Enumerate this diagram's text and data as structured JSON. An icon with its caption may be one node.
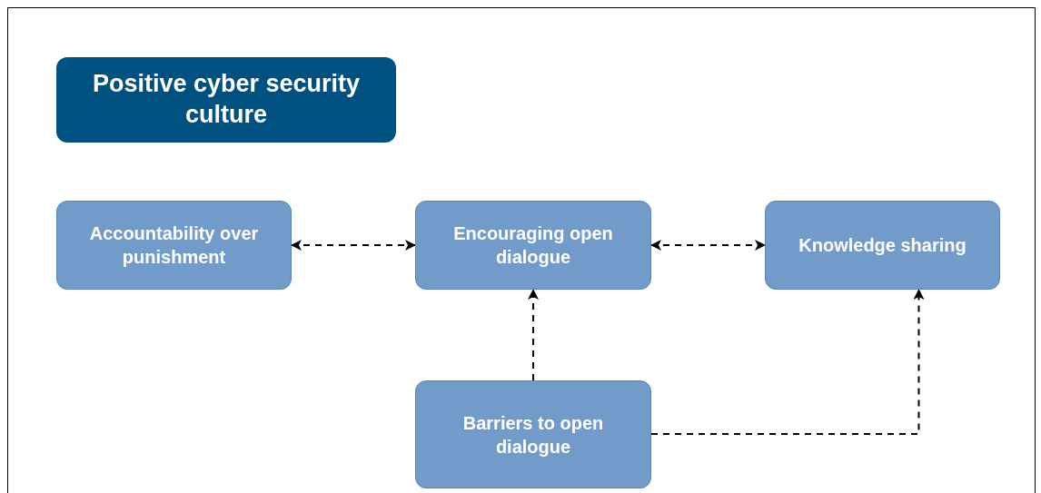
{
  "diagram": {
    "nodes": [
      {
        "text": [
          "Positive cyber security culture"
        ]
      },
      {
        "text": [
          "Accountability over punishment"
        ]
      },
      {
        "text": [
          "Encouraging open dialogue"
        ]
      },
      {
        "text": [
          "Knowledge sharing"
        ]
      },
      {
        "text": [
          "Barriers to open dialogue"
        ]
      }
    ],
    "edges": [
      {
        "from": 1,
        "to": 2,
        "arrow": "both",
        "style": "dashed"
      },
      {
        "from": 2,
        "to": 3,
        "arrow": "both",
        "style": "dashed"
      },
      {
        "from": 4,
        "to": 2,
        "arrow": "to",
        "style": "dashed"
      },
      {
        "from": 4,
        "to": 3,
        "arrow": "to",
        "style": "dashed"
      }
    ]
  }
}
